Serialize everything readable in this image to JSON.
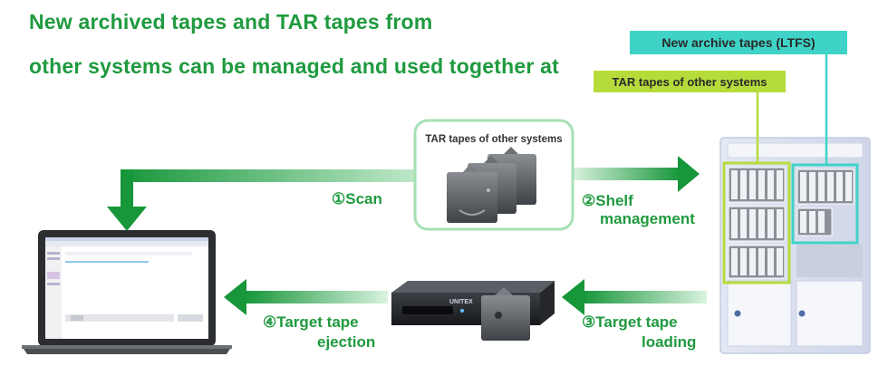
{
  "heading": {
    "line1": "New archived tapes and TAR tapes from",
    "line2": "other systems can be managed and used together at"
  },
  "tags": {
    "new_archive": "New archive tapes (LTFS)",
    "tar_other": "TAR tapes of other systems"
  },
  "center_box": {
    "label": "TAR tapes of other systems"
  },
  "steps": {
    "scan": "①Scan",
    "shelf_line1": "②Shelf",
    "shelf_line2": "management",
    "load_line1": "③Target tape",
    "load_line2": "loading",
    "eject_line1": "④Target tape",
    "eject_line2": "ejection"
  },
  "drive": {
    "brand": "UNITEX"
  },
  "colors": {
    "green": "#1f9a3f",
    "light_green_tag": "#b6dc3c",
    "cyan_tag": "#3fd3c7",
    "arrow_light": "#c8ecd1"
  }
}
